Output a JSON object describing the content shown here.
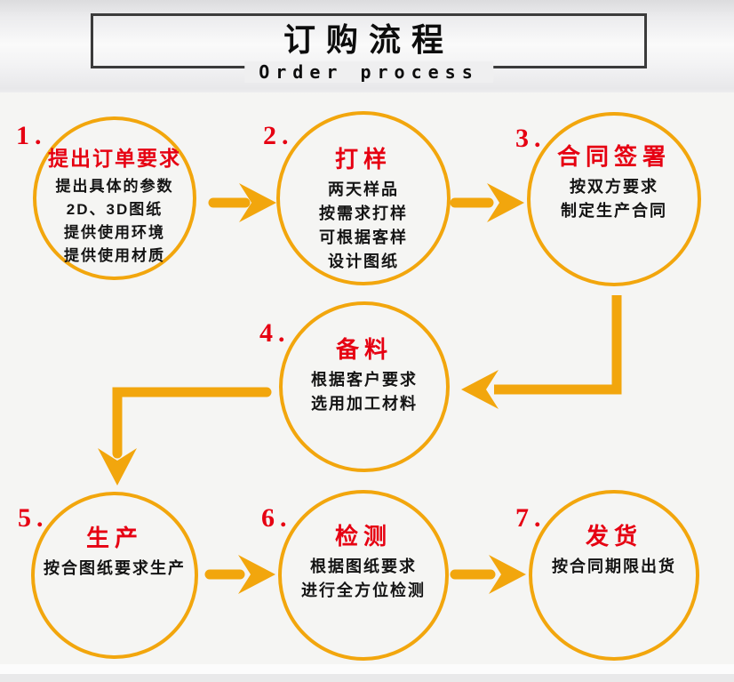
{
  "header": {
    "title": "订购流程",
    "subtitle": "Order process"
  },
  "steps": [
    {
      "num": "1.",
      "title": "提出订单要求",
      "lines": [
        "提出具体的参数",
        "2D、3D图纸",
        "提供使用环境",
        "提供使用材质"
      ]
    },
    {
      "num": "2.",
      "title": "打样",
      "lines": [
        "两天样品",
        "按需求打样",
        "可根据客样",
        "设计图纸"
      ]
    },
    {
      "num": "3.",
      "title": "合同签署",
      "lines": [
        "按双方要求",
        "制定生产合同"
      ]
    },
    {
      "num": "4.",
      "title": "备料",
      "lines": [
        "根据客户要求",
        "选用加工材料"
      ]
    },
    {
      "num": "5.",
      "title": "生产",
      "lines": [
        "按合图纸要求生产"
      ]
    },
    {
      "num": "6.",
      "title": "检测",
      "lines": [
        "根据图纸要求",
        "进行全方位检测"
      ]
    },
    {
      "num": "7.",
      "title": "发货",
      "lines": [
        "按合同期限出货"
      ]
    }
  ],
  "colors": {
    "accent_orange": "#F2A60D",
    "step_red": "#E60012",
    "body_text": "#141414",
    "title_box_border": "#3B3B3B"
  }
}
